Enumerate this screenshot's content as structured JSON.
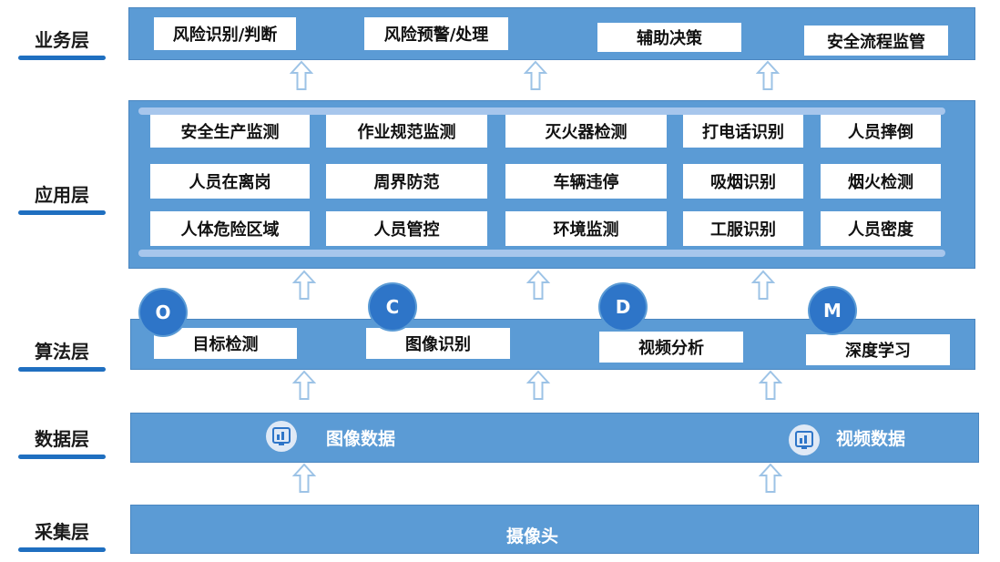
{
  "layers": {
    "business": "业务层",
    "application": "应用层",
    "algorithm": "算法层",
    "data": "数据层",
    "collection": "采集层"
  },
  "business_items": [
    "风险识别/判断",
    "风险预警/处理",
    "辅助决策",
    "安全流程监管"
  ],
  "application_items": [
    [
      "安全生产监测",
      "作业规范监测",
      "灭火器检测",
      "打电话识别",
      "人员摔倒"
    ],
    [
      "人员在离岗",
      "周界防范",
      "车辆违停",
      "吸烟识别",
      "烟火检测"
    ],
    [
      "人体危险区域",
      "人员管控",
      "环境监测",
      "工服识别",
      "人员密度"
    ]
  ],
  "algorithm_badges": [
    "O",
    "C",
    "D",
    "M"
  ],
  "algorithm_items": [
    "目标检测",
    "图像识别",
    "视频分析",
    "深度学习"
  ],
  "data_items": [
    "图像数据",
    "视频数据"
  ],
  "collection_item": "摄像头",
  "colors": {
    "band": "#5b9bd5",
    "badge": "#2e75c8",
    "underline": "#1f6fc0",
    "arrow": "#9dc3e6"
  },
  "icons": {
    "arrow": "up-arrow-icon",
    "data": "data-screen-icon"
  }
}
